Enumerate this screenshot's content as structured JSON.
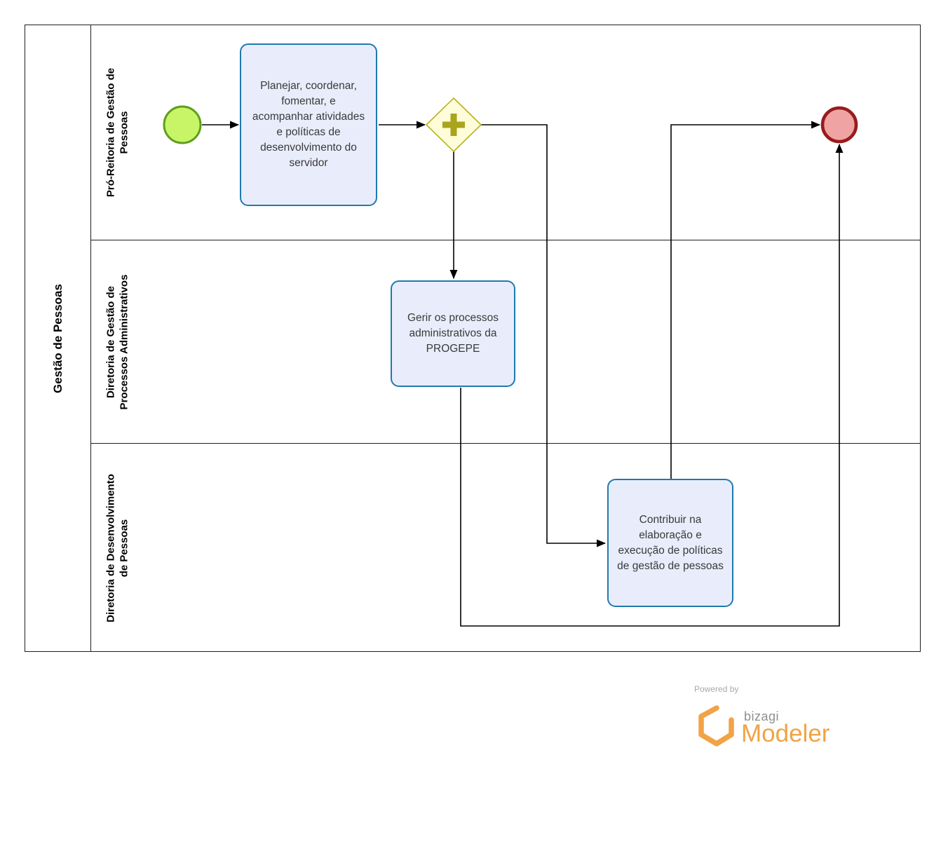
{
  "diagram": {
    "pool_title": "Gestão de Pessoas",
    "lanes": [
      {
        "label": "Pró-Reitoria de Gestão de Pessoas"
      },
      {
        "label": "Diretoria de Gestão de Processos Administrativos"
      },
      {
        "label": "Diretoria de Desenvolvimento de Pessoas"
      }
    ],
    "tasks": [
      {
        "label": "Planejar, coordenar, fomentar, e acompanhar atividades e políticas de desenvolvimento do servidor"
      },
      {
        "label": "Gerir os processos administrativos da PROGEPE"
      },
      {
        "label": "Contribuir na elaboração e execução de políticas de gestão de pessoas"
      }
    ],
    "events": {
      "start": {
        "type": "start"
      },
      "end": {
        "type": "end"
      }
    },
    "gateway": {
      "type": "parallel"
    }
  },
  "colors": {
    "task_fill": "#e9edfb",
    "task_border": "#1f7aae",
    "start_fill": "#c8f468",
    "start_border": "#5f9e1b",
    "end_fill": "#f0a3a3",
    "end_border": "#971c1c",
    "gateway_fill": "#fffcd9",
    "gateway_border": "#b9b023",
    "gateway_plus": "#a9a41b",
    "connector": "#000000",
    "brand_orange": "#f1a345"
  },
  "footer": {
    "powered_by": "Powered by",
    "brand": "bizagi",
    "product": "Modeler"
  }
}
